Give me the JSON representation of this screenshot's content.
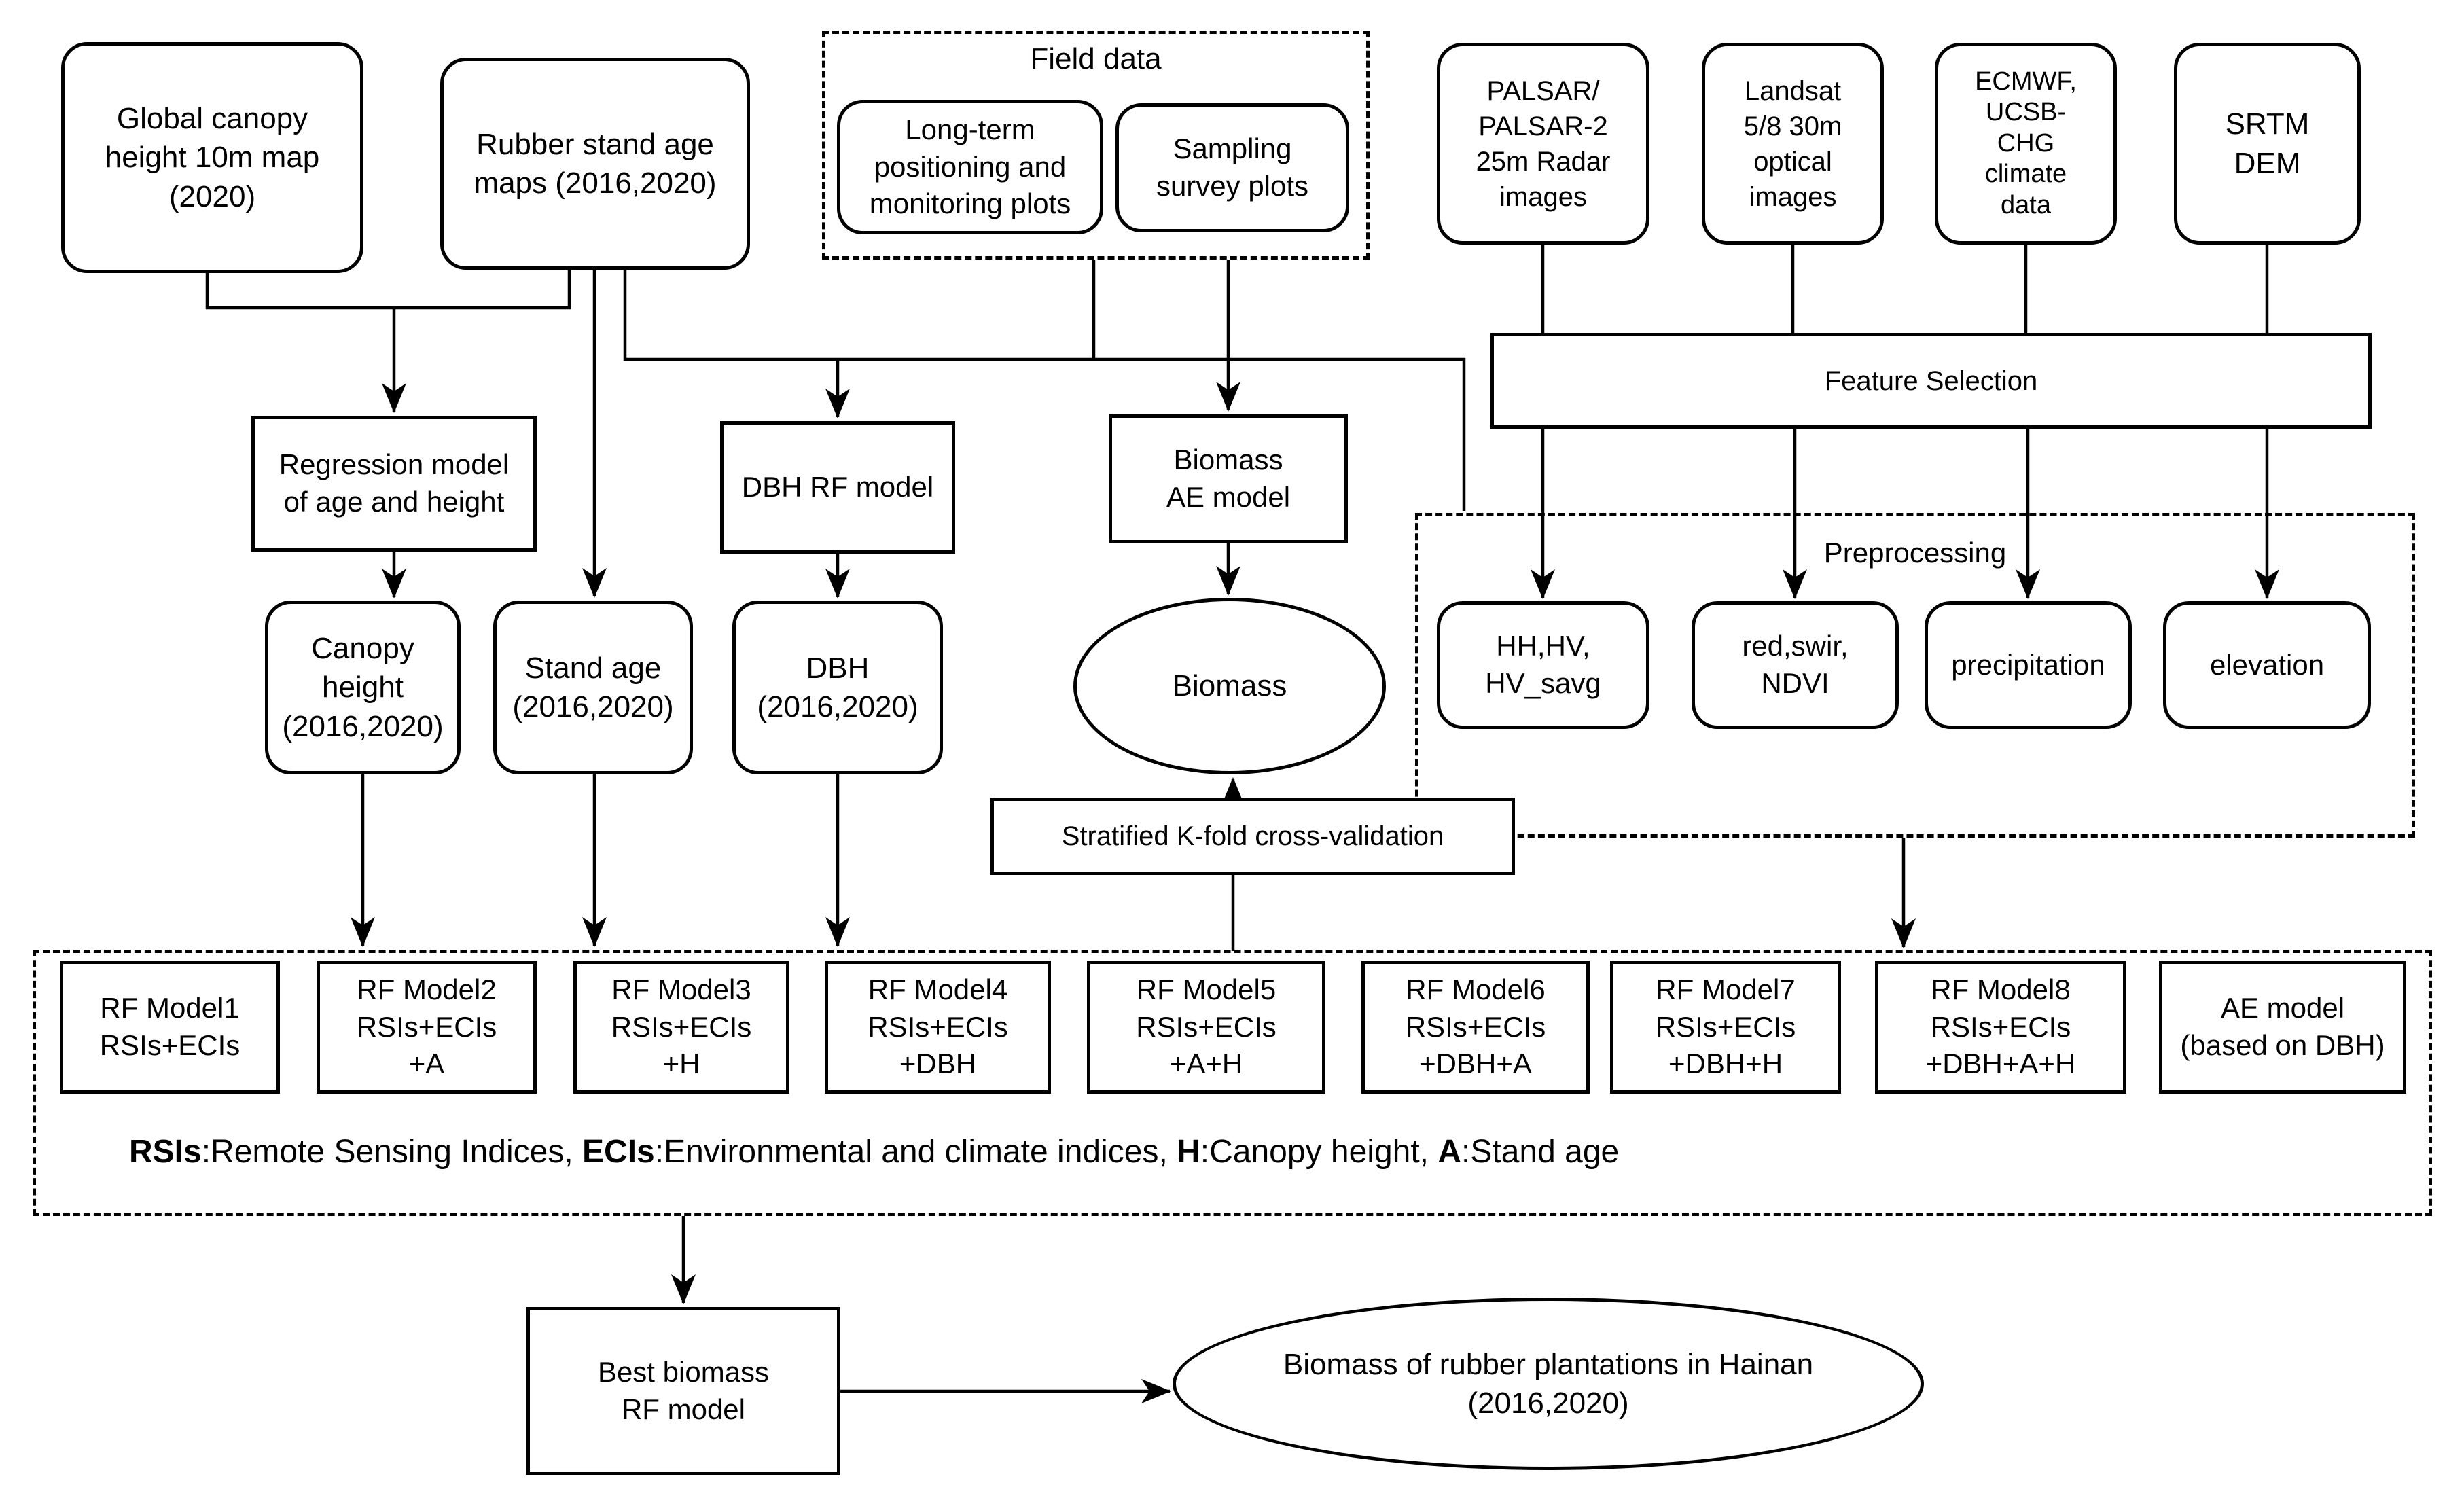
{
  "diagram": {
    "nodes": {
      "global_canopy": "Global canopy\nheight 10m map\n(2020)",
      "rubber_stand_age": "Rubber stand age\nmaps (2016,2020)",
      "field_data_label": "Field data",
      "long_term": "Long-term\npositioning and\nmonitoring plots",
      "sampling": "Sampling\nsurvey plots",
      "palsar": "PALSAR/\nPALSAR-2\n25m Radar\nimages",
      "landsat": "Landsat\n5/8 30m\noptical\nimages",
      "ecmwf": "ECMWF,\nUCSB-\nCHG\nclimate\ndata",
      "srtm": "SRTM\nDEM",
      "regression": "Regression model\nof age and height",
      "dbh_rf": "DBH RF model",
      "biomass_ae": "Biomass\nAE model",
      "feature_selection": "Feature Selection",
      "canopy_height": "Canopy\nheight\n(2016,2020)",
      "stand_age": "Stand age\n(2016,2020)",
      "dbh": "DBH\n(2016,2020)",
      "biomass": "Biomass",
      "preprocessing_label": "Preprocessing",
      "hh_hv": "HH,HV,\nHV_savg",
      "red_swir": "red,swir,\nNDVI",
      "precipitation": "precipitation",
      "elevation": "elevation",
      "stratified": "Stratified K-fold cross-validation",
      "rf1": "RF Model1\nRSIs+ECIs",
      "rf2": "RF Model2\nRSIs+ECIs\n+A",
      "rf3": "RF Model3\nRSIs+ECIs\n+H",
      "rf4": "RF Model4\nRSIs+ECIs\n+DBH",
      "rf5": "RF Model5\nRSIs+ECIs\n+A+H",
      "rf6": "RF Model6\nRSIs+ECIs\n+DBH+A",
      "rf7": "RF Model7\nRSIs+ECIs\n+DBH+H",
      "rf8": "RF Model8\nRSIs+ECIs\n+DBH+A+H",
      "ae_model": "AE model\n(based on DBH)",
      "best_biomass": "Best biomass\nRF model",
      "final_output": "Biomass of rubber plantations in Hainan\n(2016,2020)"
    },
    "legend": {
      "b1": "RSIs",
      "t1": ":Remote Sensing Indices, ",
      "b2": "ECIs",
      "t2": ":Environmental and climate indices, ",
      "b3": "H",
      "t3": ":Canopy height, ",
      "b4": "A",
      "t4": ":Stand age"
    },
    "colors": {
      "line": "#000000",
      "box_fill": "#ffffff"
    }
  }
}
